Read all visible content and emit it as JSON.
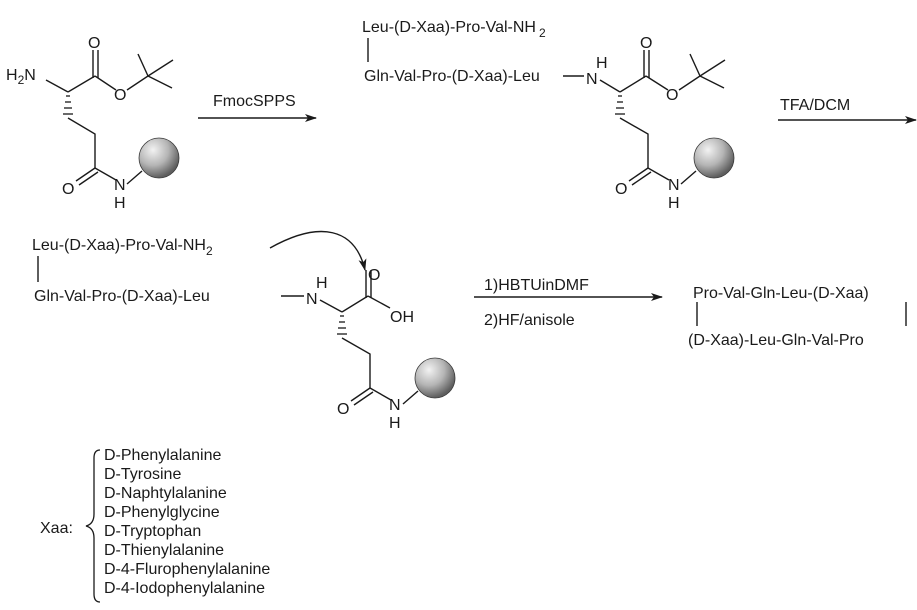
{
  "colors": {
    "ink": "#1a1a1a",
    "bead_light": "#f2f2f2",
    "bead_mid": "#b5b5b5",
    "bead_dark": "#5e5e5e",
    "background": "#ffffff"
  },
  "start_material": {
    "amine_label": "H",
    "amine_sub": "2",
    "amine_n": "N",
    "carbonyl_o": "O",
    "ester_o": "O",
    "amide_o": "O",
    "amide_n": "N",
    "amide_h": "H"
  },
  "step1": {
    "reagent": "FmocSPPS"
  },
  "intermediate1": {
    "top_chain": "Leu-(D-Xaa)-Pro-Val-NH",
    "top_sub": "2",
    "bottom_chain": "Gln-Val-Pro-(D-Xaa)-Leu",
    "nh_h": "H",
    "nh_n": "N",
    "carbonyl_o": "O",
    "ester_o": "O",
    "amide_o": "O",
    "amide_n": "N",
    "amide_h": "H"
  },
  "step2": {
    "reagent": "TFA/DCM"
  },
  "intermediate2": {
    "top_chain": "Leu-(D-Xaa)-Pro-Val-NH",
    "top_sub": "2",
    "bottom_chain": "Gln-Val-Pro-(D-Xaa)-Leu",
    "nh_h": "H",
    "nh_n": "N",
    "carbonyl_o": "O",
    "acid_oh": "OH",
    "amide_o": "O",
    "amide_n": "N",
    "amide_h": "H"
  },
  "step3": {
    "reagent_1": "1)HBTUinDMF",
    "reagent_2": "2)HF/anisole"
  },
  "product": {
    "top_chain": "Pro-Val-Gln-Leu-(D-Xaa)",
    "bottom_chain": "(D-Xaa)-Leu-Gln-Val-Pro"
  },
  "legend": {
    "label": "Xaa:",
    "items": [
      "D-Phenylalanine",
      "D-Tyrosine",
      "D-Naphtylalanine",
      "D-Phenylglycine",
      "D-Tryptophan",
      "D-Thienylalanine",
      "D-4-Flurophenylalanine",
      "D-4-Iodophenylalanine"
    ]
  }
}
